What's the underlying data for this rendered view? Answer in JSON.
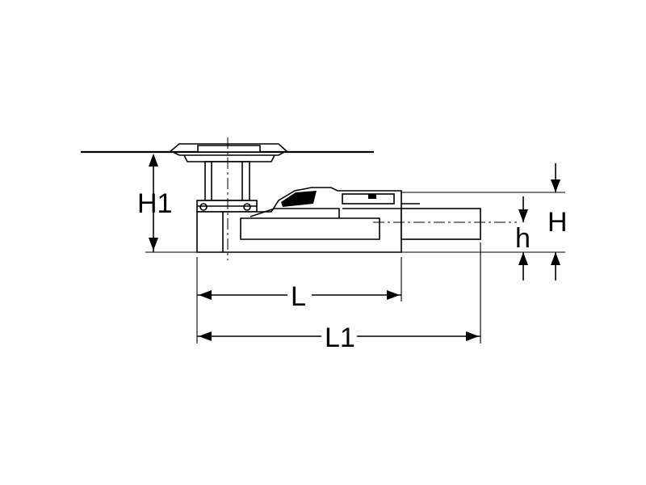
{
  "drawing": {
    "labels": {
      "h1": "H1",
      "l": "L",
      "l1": "L1",
      "h": "h",
      "h_upper": "H"
    },
    "colors": {
      "line": "#000000",
      "background": "#ffffff"
    }
  }
}
